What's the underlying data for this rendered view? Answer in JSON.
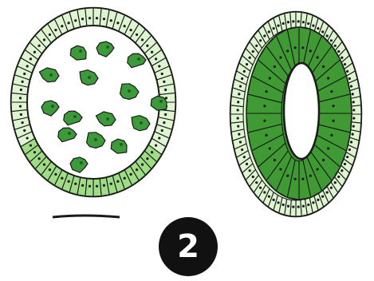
{
  "figure": {
    "badge_number": "2",
    "colors": {
      "outline": "#1a1a1a",
      "cell_light": "#dff5d2",
      "cell_mid": "#9fdc86",
      "cell_dark": "#3f9a34",
      "blob": "#3c9a3a",
      "blob_spot": "#1f5f1f",
      "background": "#ffffff",
      "badge_fill": "#111111",
      "badge_text": "#ffffff"
    },
    "icons": {
      "left_structure": "ring-of-cells-with-clumps",
      "right_structure": "thick-walled-tube-section"
    }
  }
}
